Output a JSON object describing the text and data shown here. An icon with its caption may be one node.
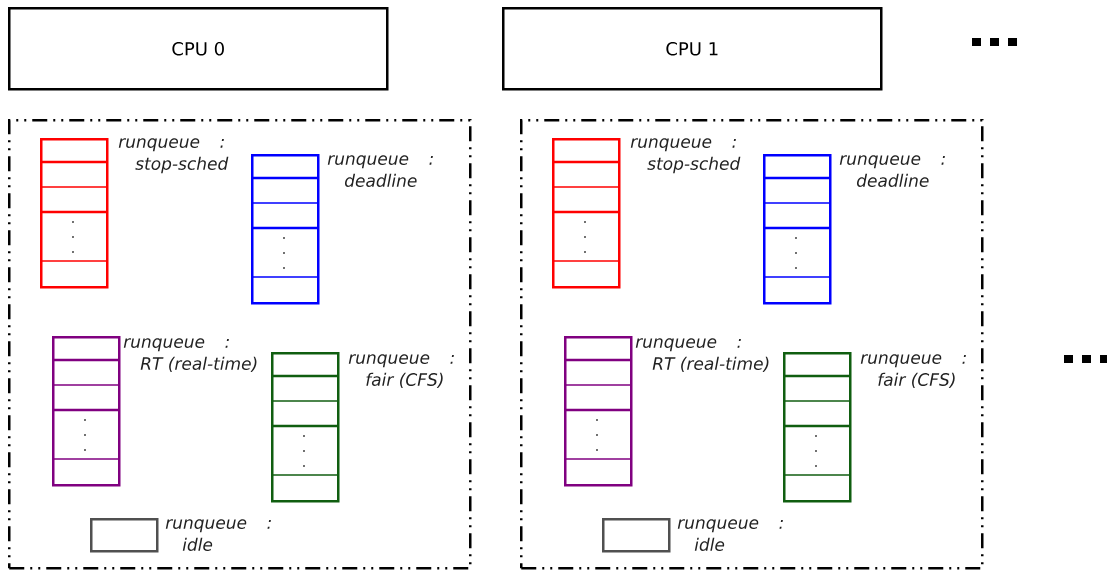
{
  "diagram": {
    "nodes": [
      {
        "text": [
          "CPU 0"
        ]
      },
      {
        "text": [
          "CPU 1"
        ]
      },
      {
        "text": [],
        "shape": "box"
      },
      {
        "text": [
          "runqueue : stop-sched"
        ],
        "in": 2
      },
      {
        "text": [
          "runqueue : deadline"
        ],
        "in": 2
      },
      {
        "text": [
          "runqueue : RT (real-time)"
        ],
        "in": 2
      },
      {
        "text": [
          "runqueue : fair (CFS)"
        ],
        "in": 2
      },
      {
        "text": [
          "runqueue : idle"
        ],
        "in": 2
      },
      {
        "text": [],
        "shape": "box"
      },
      {
        "text": [
          "runqueue : stop-sched"
        ],
        "in": 8
      },
      {
        "text": [
          "runqueue : deadline"
        ],
        "in": 8
      },
      {
        "text": [
          "runqueue : RT (real-time)"
        ],
        "in": 8
      },
      {
        "text": [
          "runqueue : fair (CFS)"
        ],
        "in": 8
      },
      {
        "text": [
          "runqueue : idle"
        ],
        "in": 8
      }
    ]
  }
}
